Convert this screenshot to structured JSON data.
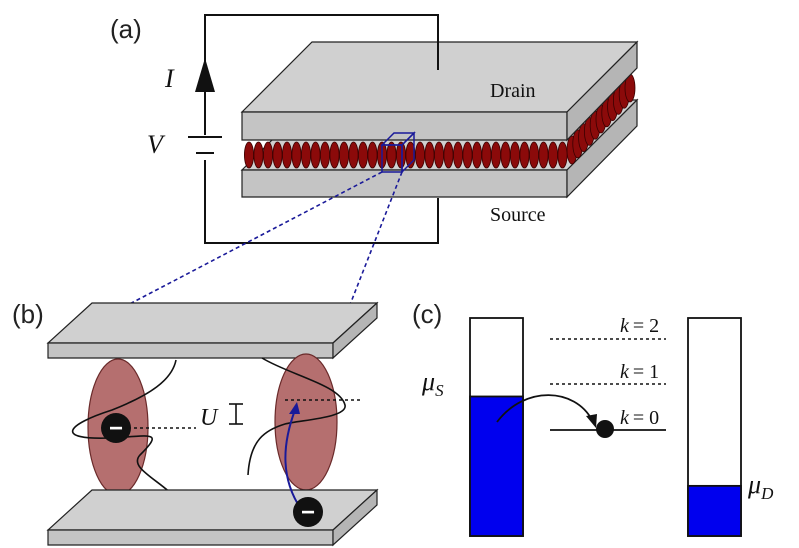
{
  "panels": {
    "a": {
      "label": "(a)"
    },
    "b": {
      "label": "(b)"
    },
    "c": {
      "label": "(c)"
    }
  },
  "circuit": {
    "current_label": "I",
    "voltage_label": "V"
  },
  "electrodes": {
    "drain_label": "Drain",
    "source_label": "Source"
  },
  "panel_b": {
    "interaction_label": "U",
    "electron_symbol": "−"
  },
  "panel_c": {
    "source_potential": {
      "symbol": "μ",
      "subscript": "S",
      "fill_fraction": 0.64
    },
    "drain_potential": {
      "symbol": "μ",
      "subscript": "D",
      "fill_fraction": 0.23
    },
    "levels": [
      {
        "k": "k",
        "eq": "= 2",
        "style": "dashed"
      },
      {
        "k": "k",
        "eq": "= 1",
        "style": "dashed"
      },
      {
        "k": "k",
        "eq": "= 0",
        "style": "solid"
      }
    ]
  },
  "colors": {
    "electrode": "#c8c8c8",
    "molecule_red": "#8b0a0a",
    "molecule_pink": "#b36b6b",
    "filled_states": "#0000ee",
    "guide_lines": "#1a1a99"
  }
}
